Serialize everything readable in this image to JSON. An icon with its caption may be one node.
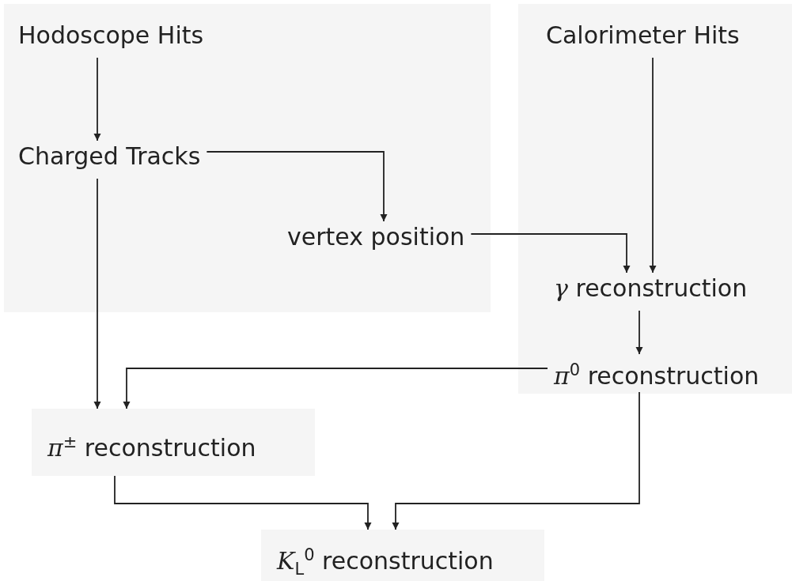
{
  "diagram": {
    "nodes": [
      {
        "text": [],
        "shape": "box"
      },
      {
        "text": [
          "Hodoscope Hits"
        ],
        "in": 0
      },
      {
        "text": [
          "Charged Tracks"
        ],
        "in": 0
      },
      {
        "text": [
          "vertex position"
        ],
        "in": 0
      },
      {
        "text": [],
        "shape": "box"
      },
      {
        "text": [
          "Calorimeter Hits"
        ],
        "in": 4
      },
      {
        "text": [
          "*γ* reconstruction"
        ],
        "in": 4
      },
      {
        "text": [
          "*π*$^{0}$ reconstruction"
        ],
        "in": 4
      },
      {
        "text": [
          "*π*$^{±}$ reconstruction"
        ]
      },
      {
        "text": [
          "*K*$_{L}$$^{0}$ reconstruction"
        ]
      }
    ],
    "edges": [
      {
        "from": 1,
        "to": 2,
        "arrow": "to"
      },
      {
        "from": 2,
        "to": 3,
        "arrow": "to"
      },
      {
        "from": 3,
        "to": 6,
        "arrow": "to"
      },
      {
        "from": 5,
        "to": 6,
        "arrow": "to"
      },
      {
        "from": 6,
        "to": 7,
        "arrow": "to"
      },
      {
        "from": 7,
        "to": 8,
        "arrow": "to"
      },
      {
        "from": 2,
        "to": 8,
        "arrow": "to"
      },
      {
        "from": 8,
        "to": 9,
        "arrow": "to"
      },
      {
        "from": 7,
        "to": 9,
        "arrow": "to"
      }
    ]
  }
}
